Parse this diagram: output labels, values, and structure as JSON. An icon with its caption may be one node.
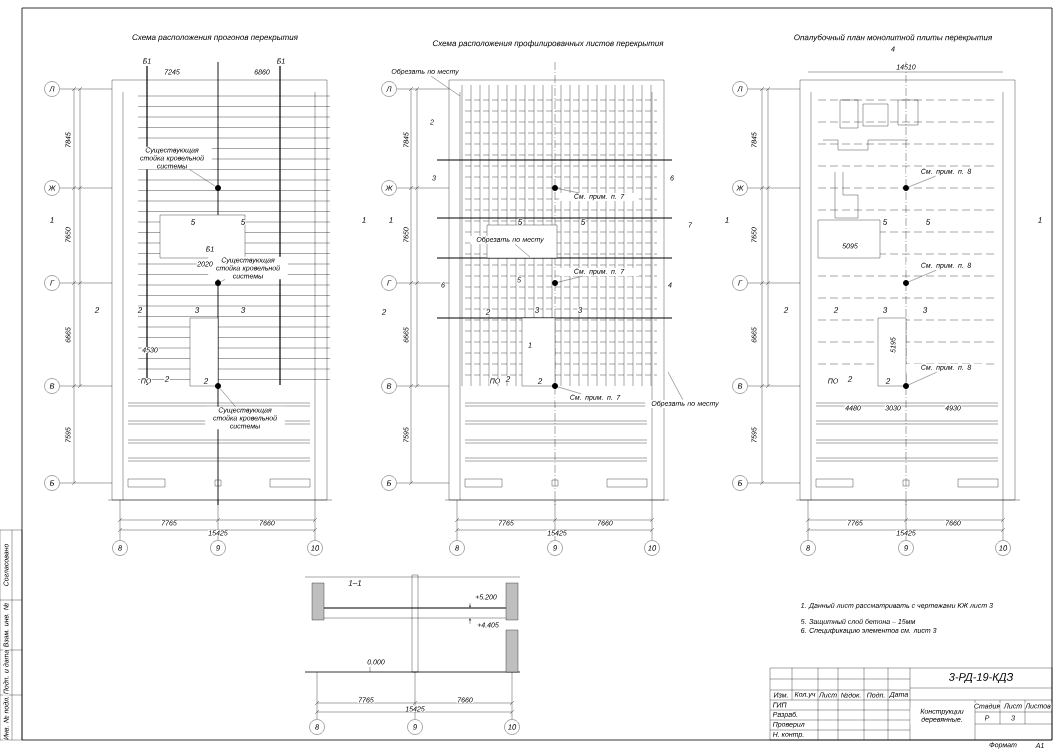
{
  "diagram": {
    "nodes": [
      {
        "text": [
          "Л"
        ]
      },
      {
        "text": [
          "Ж"
        ]
      },
      {
        "text": [
          "Г"
        ]
      },
      {
        "text": [
          "В"
        ]
      },
      {
        "text": [
          "Б"
        ]
      },
      {
        "text": [
          "8"
        ]
      },
      {
        "text": [
          "9"
        ]
      },
      {
        "text": [
          "10"
        ]
      },
      {
        "text": [
          "Существующая стойка кровельной системы"
        ]
      },
      {
        "text": [
          "Существующая стойка кровельной системы"
        ]
      },
      {
        "text": [
          "Существующая стойка кровельной системы"
        ]
      },
      {
        "text": [],
        "shape": "circle"
      },
      {
        "text": [],
        "shape": "circle"
      },
      {
        "text": [],
        "shape": "circle"
      },
      {
        "text": [
          "Л"
        ]
      },
      {
        "text": [
          "Ж"
        ]
      },
      {
        "text": [
          "Г"
        ]
      },
      {
        "text": [
          "В"
        ]
      },
      {
        "text": [
          "Б"
        ]
      },
      {
        "text": [
          "8"
        ]
      },
      {
        "text": [
          "9"
        ]
      },
      {
        "text": [
          "10"
        ]
      },
      {
        "text": [
          "См. прим. п. 7"
        ]
      },
      {
        "text": [
          "См. прим. п. 7"
        ]
      },
      {
        "text": [
          "См. прим. п. 7"
        ]
      },
      {
        "text": [],
        "shape": "circle"
      },
      {
        "text": [],
        "shape": "circle"
      },
      {
        "text": [],
        "shape": "circle"
      },
      {
        "text": [
          "Обрезать по месту"
        ]
      },
      {
        "text": [
          "Обрезать по месту"
        ]
      },
      {
        "text": [
          "Обрезать по месту"
        ]
      },
      {
        "text": [
          "Л"
        ]
      },
      {
        "text": [
          "Ж"
        ]
      },
      {
        "text": [
          "Г"
        ]
      },
      {
        "text": [
          "В"
        ]
      },
      {
        "text": [
          "Б"
        ]
      },
      {
        "text": [
          "8"
        ]
      },
      {
        "text": [
          "9"
        ]
      },
      {
        "text": [
          "10"
        ]
      },
      {
        "text": [
          "См. прим. п. 8"
        ]
      },
      {
        "text": [
          "См. прим. п. 8"
        ]
      },
      {
        "text": [
          "См. прим. п. 8"
        ]
      },
      {
        "text": [],
        "shape": "circle"
      },
      {
        "text": [],
        "shape": "circle"
      },
      {
        "text": [],
        "shape": "circle"
      },
      {
        "text": [
          "8"
        ]
      },
      {
        "text": [
          "9"
        ]
      },
      {
        "text": [
          "10"
        ]
      }
    ],
    "edges": [
      {
        "from": 8,
        "to": 11,
        "arrow": "none"
      },
      {
        "from": 9,
        "to": 12,
        "arrow": "none"
      },
      {
        "from": 10,
        "to": 13,
        "arrow": "none"
      },
      {
        "from": 22,
        "to": 25,
        "arrow": "none"
      },
      {
        "from": 23,
        "to": 26,
        "arrow": "none"
      },
      {
        "from": 24,
        "to": 27,
        "arrow": "none"
      },
      {
        "from": 39,
        "to": 42,
        "arrow": "none"
      },
      {
        "from": 40,
        "to": 43,
        "arrow": "none"
      },
      {
        "from": 41,
        "to": 44,
        "arrow": "none"
      },
      {
        "from": 28,
        "to": null,
        "arrow": "none"
      },
      {
        "from": 29,
        "to": null,
        "arrow": "none"
      },
      {
        "from": 30,
        "to": null,
        "arrow": "none"
      }
    ],
    "labels": [
      "Схема расположения прогонов перекрытия",
      "Схема расположения профилированных листов перекрытия",
      "Опалубочный план монолитной плиты перекрытия",
      "7765",
      "7660",
      "15425",
      "7845",
      "7650",
      "6665",
      "7595",
      "Б1",
      "Б1",
      "7245",
      "6860",
      "1",
      "5",
      "5",
      "1",
      "Б1",
      "2",
      "2",
      "3",
      "3",
      "ПО",
      "2",
      "2",
      "4530",
      "2020",
      "7765",
      "7660",
      "15425",
      "7845",
      "7650",
      "6665",
      "7595",
      "1",
      "5",
      "5",
      "7",
      "2",
      "2",
      "3",
      "3",
      "ПО",
      "2",
      "2",
      "2",
      "3",
      "6",
      "5",
      "1",
      "6",
      "4",
      "7765",
      "7660",
      "15425",
      "7845",
      "7650",
      "6665",
      "7595",
      "14510",
      "4",
      "1",
      "5",
      "5",
      "1",
      "2",
      "2",
      "3",
      "3",
      "ПО",
      "2",
      "2",
      "4480",
      "3030",
      "4930",
      "5095",
      "5195",
      "1–1",
      "+5.200",
      "+4.405",
      "0.000",
      "7765",
      "7660",
      "15425",
      "1. Данный лист рассматривать с чертежами КЖ лист 3",
      "5. Защитный слой бетона – 15мм",
      "6. Спецификацию элементов см. лист 3",
      "3-РД-19-КДЗ",
      "Конструкции деревянные.",
      "Стадия",
      "Лист",
      "Листов",
      "Р",
      "3",
      "Изм.",
      "Кол.уч",
      "Лист",
      "№док.",
      "Подп.",
      "Дата",
      "ГИП",
      "Разраб.",
      "Проверил",
      "Н. контр.",
      "Формат",
      "А1",
      "Согласовано",
      "Взам. инв. №",
      "Подп. и дата",
      "Инв. № подл."
    ]
  }
}
